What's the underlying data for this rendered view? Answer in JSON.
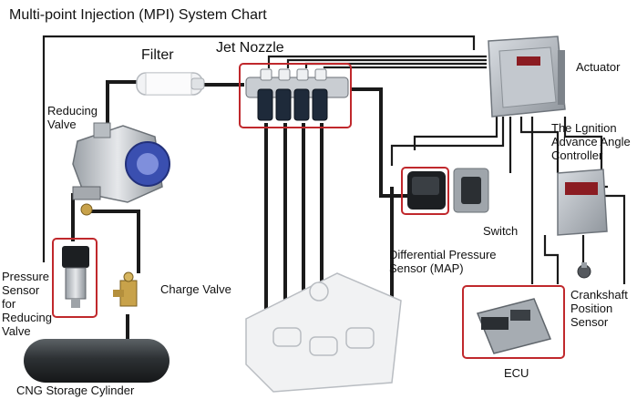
{
  "title": "Multi-point Injection (MPI) System Chart",
  "labels": {
    "filter": "Filter",
    "jet_nozzle": "Jet Nozzle",
    "actuator": "Actuator",
    "reducing_valve": [
      "Reducing",
      "Valve"
    ],
    "ignition_controller": [
      "The Lgnition",
      "Advance Angle",
      "Controller"
    ],
    "switch": "Switch",
    "map_sensor": [
      "Differential Pressure",
      "Sensor (MAP)"
    ],
    "pressure_sensor": [
      "Pressure",
      "Sensor",
      "for",
      "Reducing",
      "Valve"
    ],
    "charge_valve": "Charge Valve",
    "crankshaft_sensor": [
      "Crankshaft",
      "Position",
      "Sensor"
    ],
    "ecu": "ECU",
    "cng_cylinder": "CNG Storage Cylinder"
  },
  "colors": {
    "wire": "#1a1a1a",
    "highlight": "#c0282c",
    "component_gray": "#9aa0a6",
    "valve_blue": "#3a4fb0",
    "tank_dark": "#2d3134"
  }
}
